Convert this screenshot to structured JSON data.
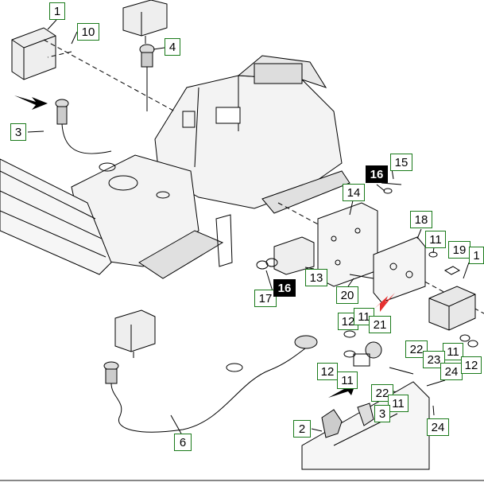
{
  "callouts": [
    {
      "id": "c1a",
      "text": "1"
    },
    {
      "id": "c10",
      "text": "10"
    },
    {
      "id": "c4",
      "text": "4"
    },
    {
      "id": "c3a",
      "text": "3"
    },
    {
      "id": "c16a",
      "text": "16"
    },
    {
      "id": "c15",
      "text": "15"
    },
    {
      "id": "c14",
      "text": "14"
    },
    {
      "id": "c18",
      "text": "18"
    },
    {
      "id": "c11a",
      "text": "11"
    },
    {
      "id": "c19",
      "text": "19"
    },
    {
      "id": "c1b",
      "text": "1"
    },
    {
      "id": "c13",
      "text": "13"
    },
    {
      "id": "c17",
      "text": "17"
    },
    {
      "id": "c16b",
      "text": "16"
    },
    {
      "id": "c20",
      "text": "20"
    },
    {
      "id": "c12a",
      "text": "12"
    },
    {
      "id": "c11b",
      "text": "11"
    },
    {
      "id": "c21",
      "text": "21"
    },
    {
      "id": "c22a",
      "text": "22"
    },
    {
      "id": "c11c",
      "text": "11"
    },
    {
      "id": "c23",
      "text": "23"
    },
    {
      "id": "c24a",
      "text": "24"
    },
    {
      "id": "c12b",
      "text": "12"
    },
    {
      "id": "c12c",
      "text": "12"
    },
    {
      "id": "c11d",
      "text": "11"
    },
    {
      "id": "c22b",
      "text": "22"
    },
    {
      "id": "c11e",
      "text": "11"
    },
    {
      "id": "c3b",
      "text": "3"
    },
    {
      "id": "c24b",
      "text": "24"
    },
    {
      "id": "c2",
      "text": "2"
    },
    {
      "id": "c6",
      "text": "6"
    }
  ],
  "colors": {
    "callout_border": "#1a7a1a",
    "highlight_arrow": "#e53030",
    "line": "#000000"
  }
}
